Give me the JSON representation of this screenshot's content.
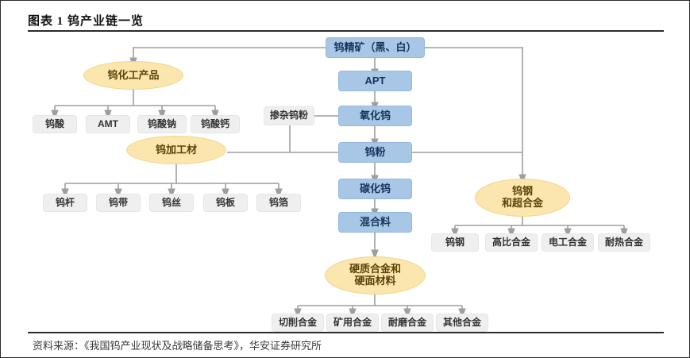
{
  "figure": {
    "title": "图表 1 钨产业链一览",
    "source": "资料来源：《我国钨产业现状及战略储备思考》，华安证券研究所"
  },
  "colors": {
    "blue_fill": "#a8c7e7",
    "blue_text": "#15365c",
    "gray_fill": "#efefef",
    "gray_text": "#333333",
    "yellow_fill": "#fbe6ae",
    "yellow_text": "#5c4408",
    "line": "#9e9e9e",
    "frame": "#2b2b2b"
  },
  "chart_data": {
    "type": "diagram",
    "title": "图表 1 钨产业链一览",
    "nodes": [
      {
        "id": "ore",
        "label": "钨精矿（黑、白）",
        "shape": "rect",
        "style": "blue"
      },
      {
        "id": "apt",
        "label": "APT",
        "shape": "rect",
        "style": "blue"
      },
      {
        "id": "oxide",
        "label": "氧化钨",
        "shape": "rect",
        "style": "blue"
      },
      {
        "id": "powder",
        "label": "钨粉",
        "shape": "rect",
        "style": "blue"
      },
      {
        "id": "carbide",
        "label": "碳化钨",
        "shape": "rect",
        "style": "blue"
      },
      {
        "id": "mixture",
        "label": "混合料",
        "shape": "rect",
        "style": "blue"
      },
      {
        "id": "doped",
        "label": "掺杂钨粉",
        "shape": "rect",
        "style": "gray"
      },
      {
        "id": "chem",
        "label": "钨化工产品",
        "shape": "ellipse",
        "style": "yellow"
      },
      {
        "id": "procmat",
        "label": "钨加工材",
        "shape": "ellipse",
        "style": "yellow"
      },
      {
        "id": "hardalloy",
        "label": "硬质合金和\n硬面材料",
        "shape": "ellipse",
        "style": "yellow"
      },
      {
        "id": "wsteel",
        "label": "钨钢\n和超合金",
        "shape": "ellipse",
        "style": "yellow"
      },
      {
        "id": "tungacid",
        "label": "钨酸",
        "shape": "rect",
        "style": "gray"
      },
      {
        "id": "amt",
        "label": "AMT",
        "shape": "rect",
        "style": "gray"
      },
      {
        "id": "natung",
        "label": "钨酸钠",
        "shape": "rect",
        "style": "gray"
      },
      {
        "id": "catung",
        "label": "钨酸钙",
        "shape": "rect",
        "style": "gray"
      },
      {
        "id": "rod",
        "label": "钨杆",
        "shape": "rect",
        "style": "gray"
      },
      {
        "id": "strip",
        "label": "钨带",
        "shape": "rect",
        "style": "gray"
      },
      {
        "id": "wire",
        "label": "钨丝",
        "shape": "rect",
        "style": "gray"
      },
      {
        "id": "plate",
        "label": "钨板",
        "shape": "rect",
        "style": "gray"
      },
      {
        "id": "foil",
        "label": "钨箔",
        "shape": "rect",
        "style": "gray"
      },
      {
        "id": "cutalloy",
        "label": "切削合金",
        "shape": "rect",
        "style": "gray"
      },
      {
        "id": "minealloy",
        "label": "矿用合金",
        "shape": "rect",
        "style": "gray"
      },
      {
        "id": "wearalloy",
        "label": "耐磨合金",
        "shape": "rect",
        "style": "gray"
      },
      {
        "id": "otheralloy",
        "label": "其他合金",
        "shape": "rect",
        "style": "gray"
      },
      {
        "id": "wsteel2",
        "label": "钨钢",
        "shape": "rect",
        "style": "gray"
      },
      {
        "id": "heavyalloy",
        "label": "高比合金",
        "shape": "rect",
        "style": "gray"
      },
      {
        "id": "elecalloy",
        "label": "电工合金",
        "shape": "rect",
        "style": "gray"
      },
      {
        "id": "heatalloy",
        "label": "耐热合金",
        "shape": "rect",
        "style": "gray"
      }
    ],
    "edges": [
      {
        "from": "ore",
        "to": "apt"
      },
      {
        "from": "apt",
        "to": "oxide"
      },
      {
        "from": "oxide",
        "to": "powder"
      },
      {
        "from": "powder",
        "to": "carbide"
      },
      {
        "from": "carbide",
        "to": "mixture"
      },
      {
        "from": "mixture",
        "to": "hardalloy"
      },
      {
        "from": "ore",
        "to": "chem"
      },
      {
        "from": "ore",
        "to": "wsteel"
      },
      {
        "from": "powder",
        "to": "wsteel"
      },
      {
        "from": "powder",
        "to": "procmat"
      },
      {
        "from": "doped",
        "to": "oxide"
      },
      {
        "from": "doped",
        "to": "procmat"
      },
      {
        "from": "chem",
        "to": "tungacid"
      },
      {
        "from": "chem",
        "to": "amt"
      },
      {
        "from": "chem",
        "to": "natung"
      },
      {
        "from": "chem",
        "to": "catung"
      },
      {
        "from": "procmat",
        "to": "rod"
      },
      {
        "from": "procmat",
        "to": "strip"
      },
      {
        "from": "procmat",
        "to": "wire"
      },
      {
        "from": "procmat",
        "to": "plate"
      },
      {
        "from": "procmat",
        "to": "foil"
      },
      {
        "from": "hardalloy",
        "to": "cutalloy"
      },
      {
        "from": "hardalloy",
        "to": "minealloy"
      },
      {
        "from": "hardalloy",
        "to": "wearalloy"
      },
      {
        "from": "hardalloy",
        "to": "otheralloy"
      },
      {
        "from": "wsteel",
        "to": "wsteel2"
      },
      {
        "from": "wsteel",
        "to": "heavyalloy"
      },
      {
        "from": "wsteel",
        "to": "elecalloy"
      },
      {
        "from": "wsteel",
        "to": "heatalloy"
      }
    ]
  }
}
